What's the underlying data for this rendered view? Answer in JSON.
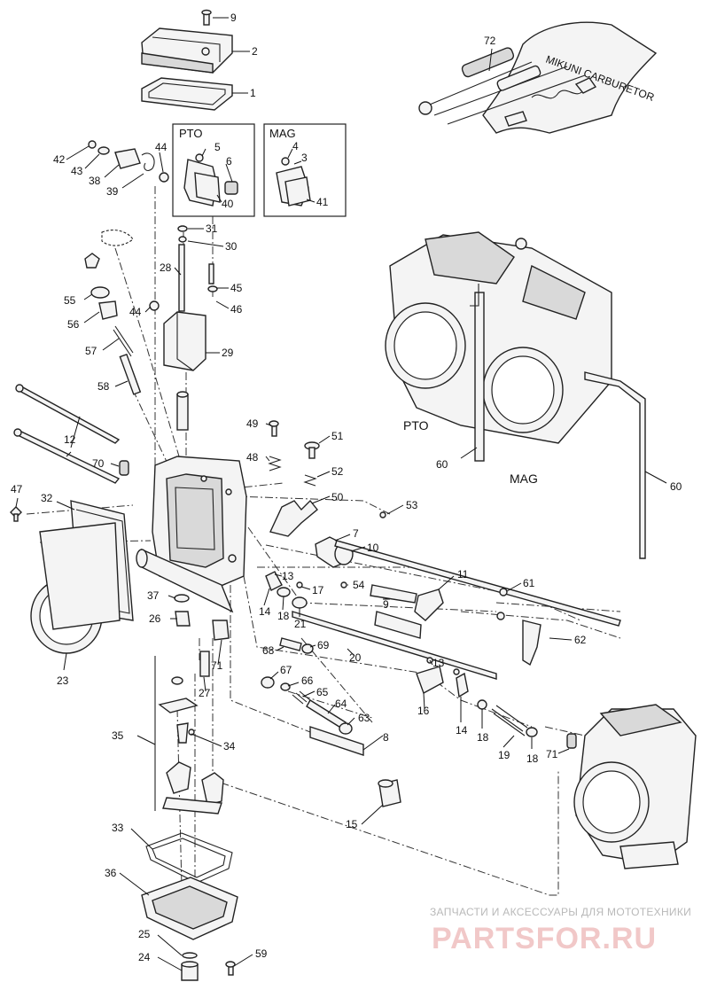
{
  "diagram": {
    "callouts": [
      "9",
      "2",
      "1",
      "72",
      "5",
      "6",
      "40",
      "4",
      "3",
      "41",
      "42",
      "43",
      "38",
      "39",
      "44",
      "31",
      "30",
      "28",
      "45",
      "46",
      "55",
      "56",
      "44",
      "29",
      "57",
      "58",
      "12",
      "49",
      "48",
      "51",
      "52",
      "50",
      "53",
      "70",
      "47",
      "32",
      "7",
      "10",
      "11",
      "60",
      "60",
      "61",
      "62",
      "13",
      "54",
      "14",
      "18",
      "17",
      "21",
      "9",
      "37",
      "26",
      "68",
      "69",
      "20",
      "71",
      "27",
      "23",
      "67",
      "66",
      "65",
      "64",
      "63",
      "13",
      "16",
      "14",
      "18",
      "19",
      "18",
      "71",
      "8",
      "35",
      "34",
      "15",
      "33",
      "36",
      "25",
      "24",
      "59"
    ],
    "box_labels": {
      "pto": "PTO",
      "mag": "MAG"
    },
    "side_labels": {
      "pto": "PTO",
      "mag": "MAG"
    },
    "tool_kit_text": "MIKUNI CARBURETOR",
    "watermark": {
      "line1": "ЗАПЧАСТИ И АКСЕССУАРЫ ДЛЯ МОТОТЕХНИКИ",
      "line2": "PARTSFOR.RU"
    }
  }
}
